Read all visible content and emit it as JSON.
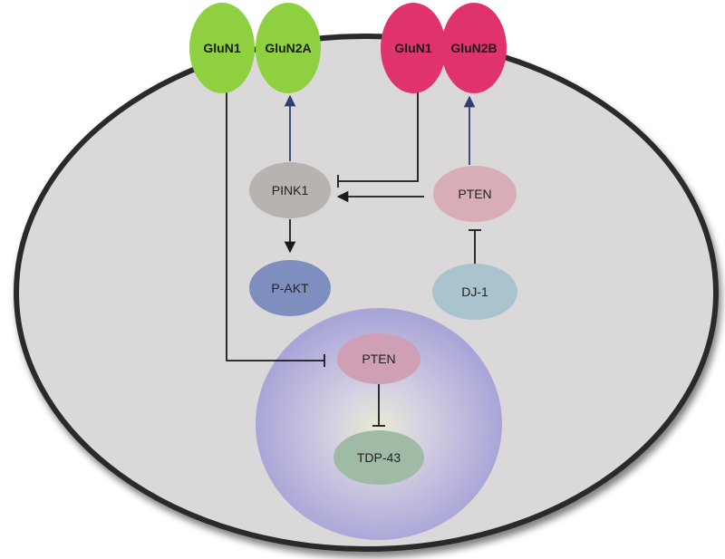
{
  "membrane_receptors": {
    "glun2a_pair": {
      "subunit1": "GluN1",
      "subunit2": "GluN2A"
    },
    "glun2b_pair": {
      "subunit1": "GluN1",
      "subunit2": "GluN2B"
    }
  },
  "cytoplasm_nodes": {
    "pink1": "PINK1",
    "pten": "PTEN",
    "p_akt": "P-AKT",
    "dj1": "DJ-1"
  },
  "nucleus_nodes": {
    "pten": "PTEN",
    "tdp43": "TDP-43"
  },
  "colors": {
    "cell_fill": "#dad8d8",
    "cell_border": "#2a2a2a",
    "glun2a_receptor": "#8ed03f",
    "glun2b_receptor": "#e0336e",
    "pink1": "#b6b3b1",
    "pten": "#d9adb6",
    "p_akt": "#7e8fbf",
    "dj1": "#a9c4cf",
    "nucleus": "#a9a5d8",
    "nuclear_pten": "#cf9fb5",
    "tdp43": "#9fbaa5",
    "activation_arrow": "#2e3f6e"
  }
}
